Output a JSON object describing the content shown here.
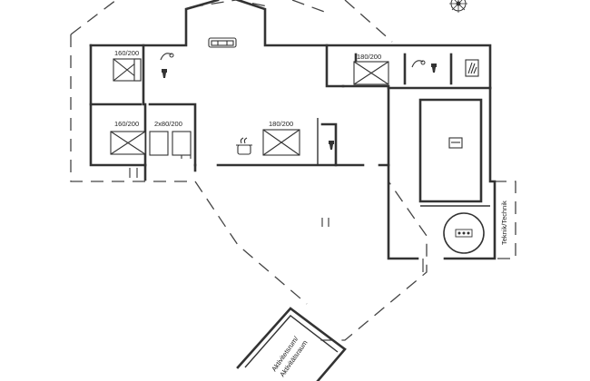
{
  "labels": {
    "bed_1": "160/200",
    "bed_2": "180/200",
    "bed_3": "160/200",
    "bed_4": "2x80/200",
    "bed_5": "180/200",
    "technik": "Teknik/Technik",
    "aktivitet_1": "Aktivitetsrum/",
    "aktivitet_2": "Aktivitätsraum"
  },
  "icons": {
    "compass": "compass-rose",
    "sofa": "sofa",
    "kitchen": "cooking-pot",
    "toilet": "toilet",
    "shower": "shower",
    "sauna": "sauna",
    "spa": "whirlpool-spa",
    "washer": "washing-machine"
  }
}
